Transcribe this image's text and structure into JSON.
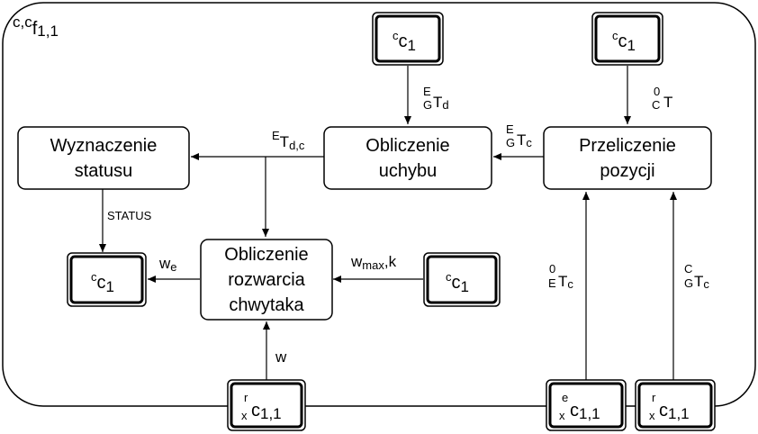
{
  "container": {
    "title_pre": "c,c",
    "title_main": "f",
    "title_sub": "1,1"
  },
  "blocks": {
    "wyznaczenie": {
      "line1": "Wyznaczenie",
      "line2": "statusu"
    },
    "obliczenie_uchybu": {
      "line1": "Obliczenie",
      "line2": "uchybu"
    },
    "przeliczenie": {
      "line1": "Przeliczenie",
      "line2": "pozycji"
    },
    "rozwarcia": {
      "line1": "Obliczenie",
      "line2": "rozwarcia",
      "line3": "chwytaka"
    }
  },
  "ports": {
    "top_mid": {
      "main": "c",
      "pre": "c",
      "sub": "1"
    },
    "top_right": {
      "main": "c",
      "pre": "c",
      "sub": "1"
    },
    "out_status": {
      "main": "c",
      "pre": "c",
      "sub": "1"
    },
    "in_wmax": {
      "main": "c",
      "pre": "c",
      "sub": "1"
    },
    "bottom_left": {
      "pre_top": "r",
      "pre_bottom": "x",
      "main": "c",
      "sub": "1,1"
    },
    "bottom_mid": {
      "pre_top": "e",
      "pre_bottom": "x",
      "main": "c",
      "sub": "1,1"
    },
    "bottom_right": {
      "pre_top": "r",
      "pre_bottom": "x",
      "main": "c",
      "sub": "1,1"
    }
  },
  "labels": {
    "egtd": {
      "top": "E",
      "bottom": "G",
      "main": "T",
      "sub": "d"
    },
    "oct": {
      "top": "0",
      "bottom": "C",
      "main": "T"
    },
    "egtc": {
      "top": "E",
      "bottom": "G",
      "main": "T",
      "sub": "c"
    },
    "etdc": {
      "pre": "E",
      "main": "T",
      "sub": "d,c"
    },
    "status": "STATUS",
    "we": {
      "main": "w",
      "sub": "e"
    },
    "wmaxk": {
      "main": "w",
      "sub": "max",
      "post": ",k"
    },
    "w": "w",
    "oetc": {
      "top": "0",
      "bottom": "E",
      "main": "T",
      "sub": "c"
    },
    "cgtc": {
      "top": "C",
      "bottom": "G",
      "main": "T",
      "sub": "c"
    }
  }
}
